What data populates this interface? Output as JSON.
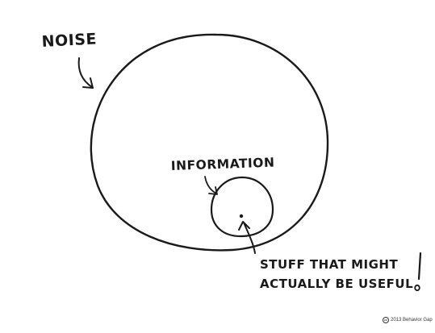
{
  "labels": {
    "noise": "NOISE",
    "information": "INFORMATION",
    "stuff_line_1": "STUFF THAT MIGHT",
    "stuff_line_2": "ACTUALLY BE USEFUL",
    "exclamation": "!"
  },
  "credit": {
    "cc_symbol": "cc",
    "text": "2013 Behavior Gap"
  },
  "icons": {
    "credit_icon": "creative-commons-icon"
  },
  "colors": {
    "ink": "#1a1a1a",
    "background": "#ffffff"
  }
}
